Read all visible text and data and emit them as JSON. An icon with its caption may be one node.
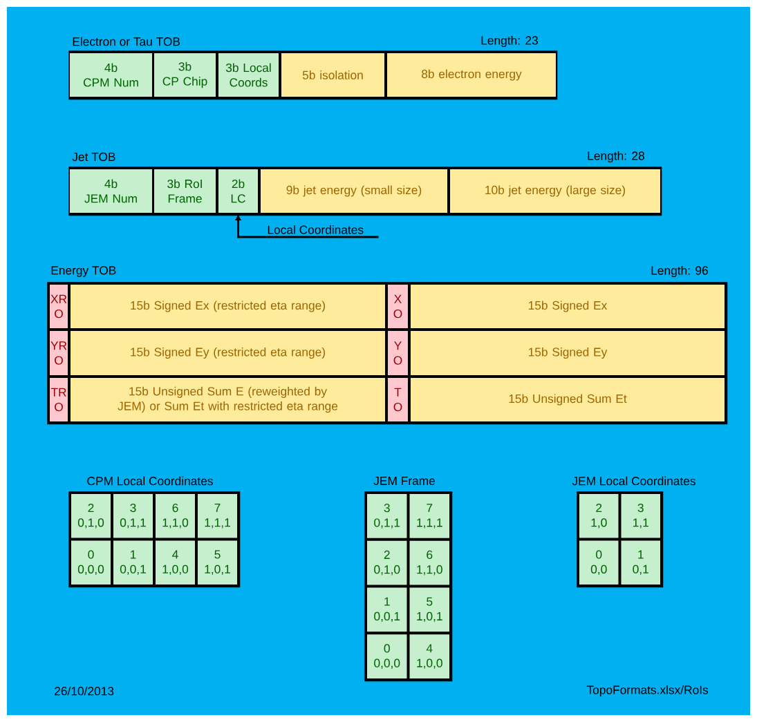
{
  "diagram": {
    "nodes": [
      {
        "text": [
          "Electron or Tau TOB",
          "Length: 23"
        ]
      },
      {
        "text": [
          "4b",
          "CPM Num"
        ],
        "in": 0
      },
      {
        "text": [
          "3b",
          "CP Chip"
        ],
        "in": 0
      },
      {
        "text": [
          "3b Local Coords"
        ],
        "in": 0
      },
      {
        "text": [
          "5b isolation"
        ],
        "in": 0
      },
      {
        "text": [
          "8b electron energy"
        ],
        "in": 0
      },
      {
        "text": [
          "Jet TOB",
          "Length: 28"
        ]
      },
      {
        "text": [
          "4b",
          "JEM Num"
        ],
        "in": 6
      },
      {
        "text": [
          "3b RoI Frame"
        ],
        "in": 6
      },
      {
        "text": [
          "2b LC"
        ],
        "in": 6
      },
      {
        "text": [
          "9b jet energy (small size)"
        ],
        "in": 6
      },
      {
        "text": [
          "10b jet energy (large size)"
        ],
        "in": 6
      },
      {
        "text": [
          "Local Coordinates"
        ]
      },
      {
        "text": [
          "Energy TOB",
          "Length: 96"
        ]
      },
      {
        "text": [
          "XR O"
        ],
        "in": 13
      },
      {
        "text": [
          "15b Signed Ex (restricted eta range)"
        ],
        "in": 13
      },
      {
        "text": [
          "X O"
        ],
        "in": 13
      },
      {
        "text": [
          "15b Signed Ex"
        ],
        "in": 13
      },
      {
        "text": [
          "YR O"
        ],
        "in": 13
      },
      {
        "text": [
          "15b Signed Ey (restricted eta range)"
        ],
        "in": 13
      },
      {
        "text": [
          "Y O"
        ],
        "in": 13
      },
      {
        "text": [
          "15b Signed Ey"
        ],
        "in": 13
      },
      {
        "text": [
          "TR O"
        ],
        "in": 13
      },
      {
        "text": [
          "15b Unsigned Sum E (reweighted by JEM) or Sum Et with restricted eta range"
        ],
        "in": 13
      },
      {
        "text": [
          "T O"
        ],
        "in": 13
      },
      {
        "text": [
          "15b Unsigned Sum Et"
        ],
        "in": 13
      },
      {
        "text": [
          "CPM Local Coordinates"
        ]
      },
      {
        "text": [
          "2",
          "0,1,0"
        ],
        "in": 26
      },
      {
        "text": [
          "3",
          "0,1,1"
        ],
        "in": 26
      },
      {
        "text": [
          "6",
          "1,1,0"
        ],
        "in": 26
      },
      {
        "text": [
          "7",
          "1,1,1"
        ],
        "in": 26
      },
      {
        "text": [
          "0",
          "0,0,0"
        ],
        "in": 26
      },
      {
        "text": [
          "1",
          "0,0,1"
        ],
        "in": 26
      },
      {
        "text": [
          "4",
          "1,0,0"
        ],
        "in": 26
      },
      {
        "text": [
          "5",
          "1,0,1"
        ],
        "in": 26
      },
      {
        "text": [
          "JEM Frame"
        ]
      },
      {
        "text": [
          "3",
          "0,1,1"
        ],
        "in": 35
      },
      {
        "text": [
          "7",
          "1,1,1"
        ],
        "in": 35
      },
      {
        "text": [
          "2",
          "0,1,0"
        ],
        "in": 35
      },
      {
        "text": [
          "6",
          "1,1,0"
        ],
        "in": 35
      },
      {
        "text": [
          "1",
          "0,0,1"
        ],
        "in": 35
      },
      {
        "text": [
          "5",
          "1,0,1"
        ],
        "in": 35
      },
      {
        "text": [
          "0",
          "0,0,0"
        ],
        "in": 35
      },
      {
        "text": [
          "4",
          "1,0,0"
        ],
        "in": 35
      },
      {
        "text": [
          "JEM Local Coordinates"
        ]
      },
      {
        "text": [
          "2",
          "1,0"
        ],
        "in": 44
      },
      {
        "text": [
          "3",
          "1,1"
        ],
        "in": 44
      },
      {
        "text": [
          "0",
          "0,0"
        ],
        "in": 44
      },
      {
        "text": [
          "1",
          "0,1"
        ],
        "in": 44
      }
    ],
    "edges": [
      {
        "from": 12,
        "to": 9,
        "arrow": "to"
      }
    ],
    "labels": [
      "26/10/2013",
      "TopoFormats.xlsx/RoIs"
    ]
  }
}
